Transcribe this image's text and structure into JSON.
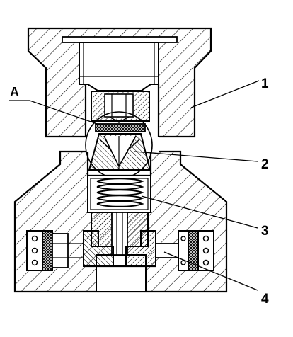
{
  "figure": {
    "callout_labels": [
      {
        "id": "1",
        "text": "1"
      },
      {
        "id": "2",
        "text": "2"
      },
      {
        "id": "3",
        "text": "3"
      },
      {
        "id": "4",
        "text": "4"
      }
    ],
    "detail_label": "A",
    "colors": {
      "line": "#000000",
      "background": "#ffffff"
    }
  }
}
